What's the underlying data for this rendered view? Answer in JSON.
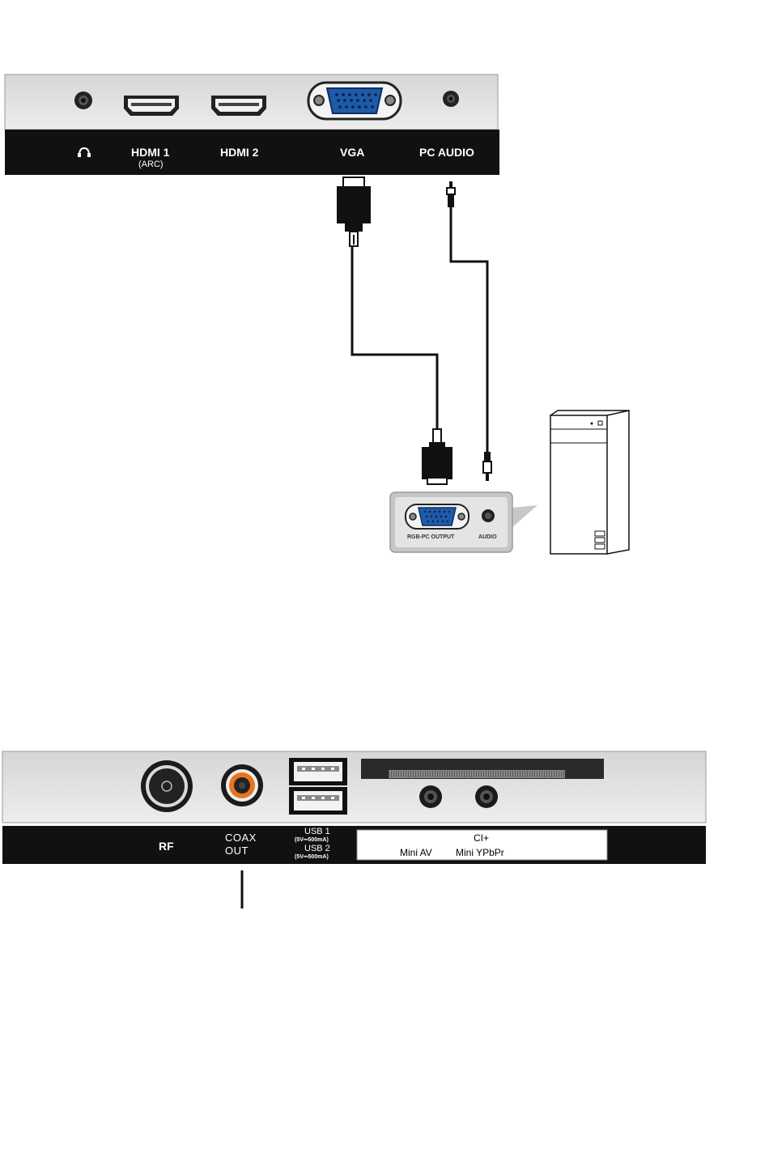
{
  "top_panel": {
    "ports": {
      "headphone": "headphone-icon",
      "hdmi1": "HDMI 1",
      "hdmi1_sub": "(ARC)",
      "hdmi2": "HDMI 2",
      "vga": "VGA",
      "pc_audio": "PC AUDIO"
    }
  },
  "pc": {
    "rgb_output": "RGB-PC OUTPUT",
    "audio": "AUDIO"
  },
  "bottom_panel": {
    "rf": "RF",
    "coax_line1": "COAX",
    "coax_line2": "OUT",
    "usb1": "USB 1",
    "usb1_spec": "(5V⎓500mA)",
    "usb2": "USB 2",
    "usb2_spec": "(5V⎓500mA)",
    "ci": "CI+",
    "mini_av": "Mini AV",
    "mini_ypbpr": "Mini YPbPr"
  },
  "colors": {
    "panel": "#e2e2e2",
    "label_bar": "#111111",
    "vga_blue": "#1e5aa8",
    "coax_orange": "#e8741e"
  }
}
